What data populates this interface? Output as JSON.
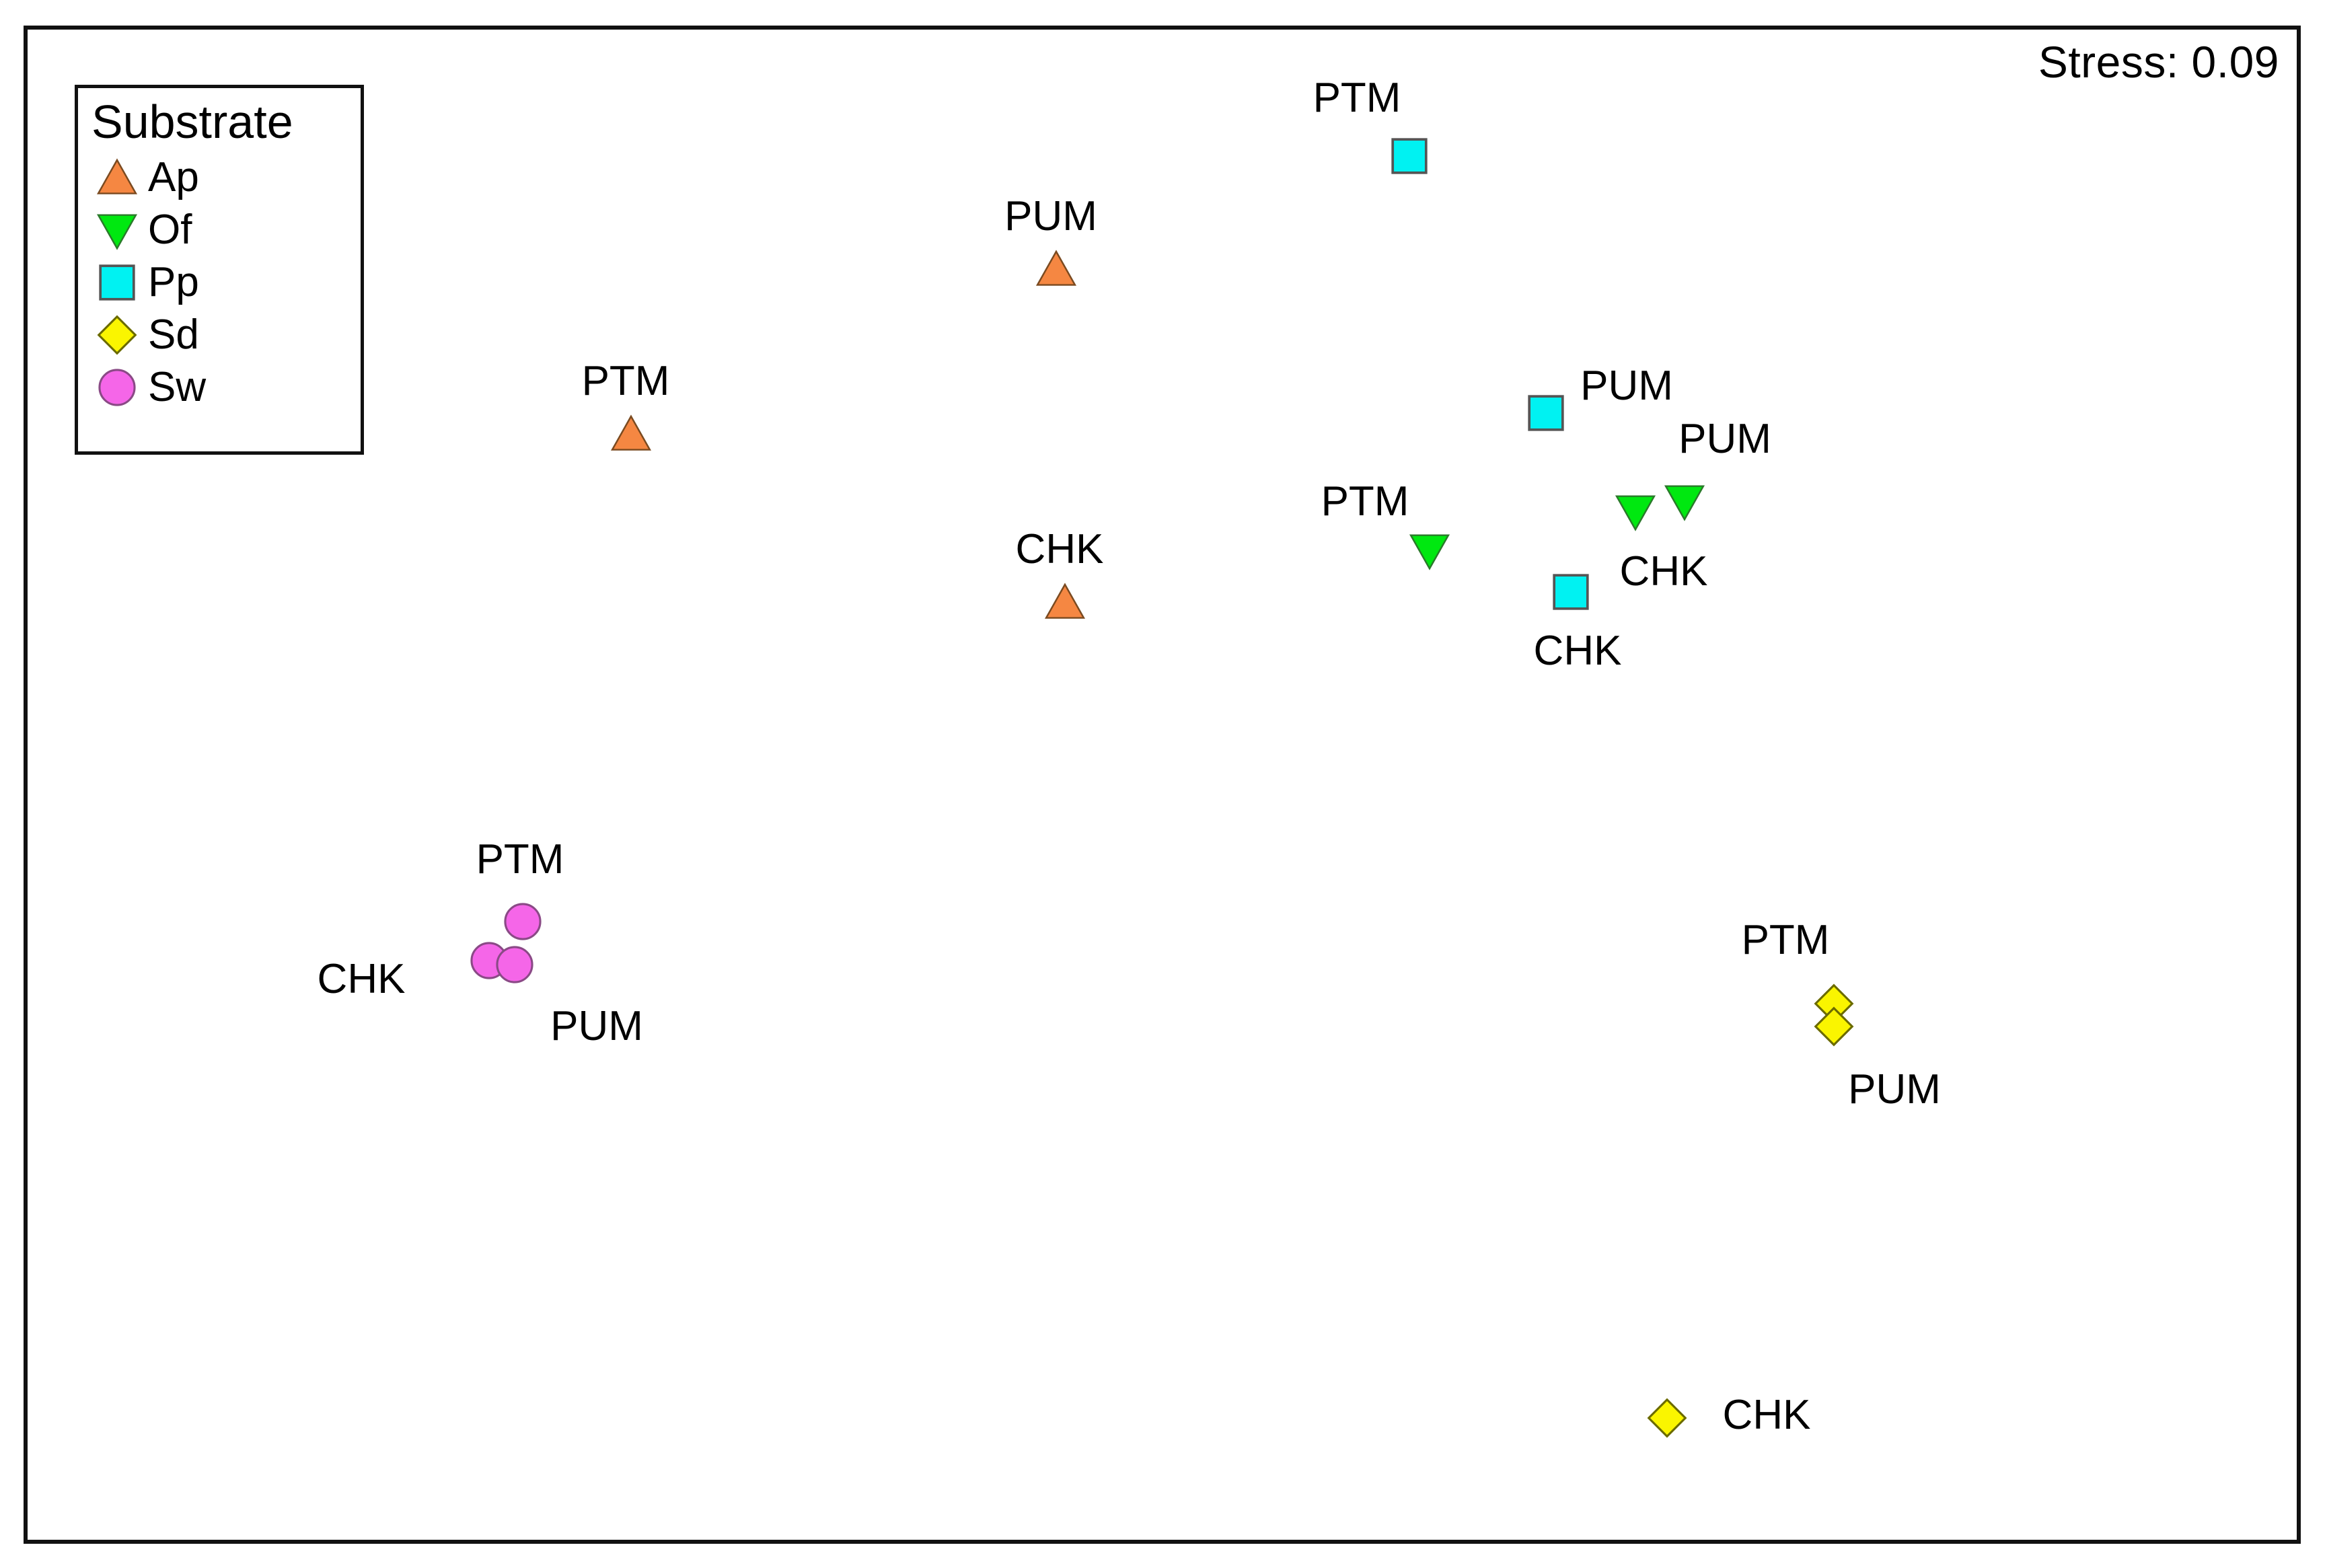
{
  "figure": {
    "type": "nmds-ordination-scatter",
    "stress_annotation": "Stress: 0.09",
    "background": "#ffffff",
    "frame_color": "#111111"
  },
  "legend": {
    "title": "Substrate",
    "items": [
      {
        "label": "Ap",
        "marker": "triangle-up",
        "color": "#F58742",
        "icon": "triangle-up-icon"
      },
      {
        "label": "Of",
        "marker": "triangle-down",
        "color": "#00E810",
        "icon": "triangle-down-icon"
      },
      {
        "label": "Pp",
        "marker": "square",
        "color": "#00F2F2",
        "icon": "square-icon"
      },
      {
        "label": "Sd",
        "marker": "diamond",
        "color": "#FAF500",
        "icon": "diamond-icon"
      },
      {
        "label": "Sw",
        "marker": "circle",
        "color": "#F566E8",
        "icon": "circle-icon"
      }
    ]
  },
  "chart_data": {
    "type": "scatter",
    "title": "",
    "xlabel": "",
    "ylabel": "",
    "grid": false,
    "axis_ticks": false,
    "legend_position": "top-left",
    "annotations": [
      "Stress: 0.09"
    ],
    "series": [
      {
        "name": "Ap",
        "marker": "triangle-up",
        "color": "#F58742",
        "points": [
          {
            "label": "PTM",
            "x": 938,
            "y": 645,
            "label_dx": -8,
            "label_dy": -78
          },
          {
            "label": "PUM",
            "x": 1570,
            "y": 400,
            "label_dx": -8,
            "label_dy": -78
          },
          {
            "label": "CHK",
            "x": 1583,
            "y": 895,
            "label_dx": -8,
            "label_dy": -78
          }
        ]
      },
      {
        "name": "Of",
        "marker": "triangle-down",
        "color": "#00E810",
        "points": [
          {
            "label": "PTM",
            "x": 2125,
            "y": 818,
            "label_dx": -96,
            "label_dy": -72
          },
          {
            "label": "CHK",
            "x": 2431,
            "y": 760,
            "label_dx": 42,
            "label_dy": 90
          },
          {
            "label": "PUM",
            "x": 2504,
            "y": 745,
            "label_dx": 60,
            "label_dy": -92
          }
        ]
      },
      {
        "name": "Pp",
        "marker": "square",
        "color": "#00F2F2",
        "points": [
          {
            "label": "PTM",
            "x": 2095,
            "y": 232,
            "label_dx": -78,
            "label_dy": -86
          },
          {
            "label": "PUM",
            "x": 2298,
            "y": 614,
            "label_dx": 120,
            "label_dy": -40
          },
          {
            "label": "CHK",
            "x": 2335,
            "y": 880,
            "label_dx": 10,
            "label_dy": 88
          }
        ]
      },
      {
        "name": "Sd",
        "marker": "diamond",
        "color": "#FAF500",
        "points": [
          {
            "label": "PTM",
            "x": 2726,
            "y": 1492,
            "label_dx": -72,
            "label_dy": -94
          },
          {
            "label": "PUM",
            "x": 2726,
            "y": 1526,
            "label_dx": 90,
            "label_dy": 94
          },
          {
            "label": "CHK",
            "x": 2478,
            "y": 2108,
            "label_dx": 148,
            "label_dy": -4
          }
        ]
      },
      {
        "name": "Sw",
        "marker": "circle",
        "color": "#F566E8",
        "points": [
          {
            "label": "PTM",
            "x": 777,
            "y": 1370,
            "label_dx": -4,
            "label_dy": -92
          },
          {
            "label": "CHK",
            "x": 727,
            "y": 1428,
            "label_dx": -190,
            "label_dy": 28
          },
          {
            "label": "PUM",
            "x": 765,
            "y": 1434,
            "label_dx": 122,
            "label_dy": 92
          }
        ]
      }
    ]
  }
}
